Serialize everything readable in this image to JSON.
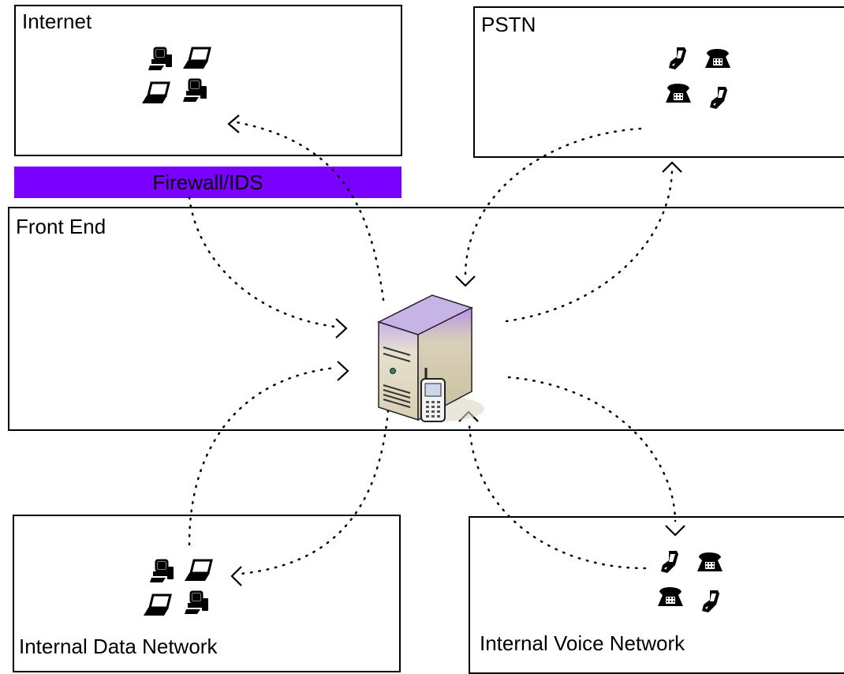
{
  "zones": {
    "internet": "Internet",
    "pstn": "PSTN",
    "front_end": "Front End",
    "internal_data": "Internal Data Network",
    "internal_voice": "Internal Voice Network"
  },
  "firewall": {
    "label": "Firewall/IDS",
    "color": "#7a00ff"
  },
  "icons": {
    "computers": "computer-cluster-icon",
    "phones": "phone-cluster-icon",
    "server": "server-with-phone-icon"
  }
}
